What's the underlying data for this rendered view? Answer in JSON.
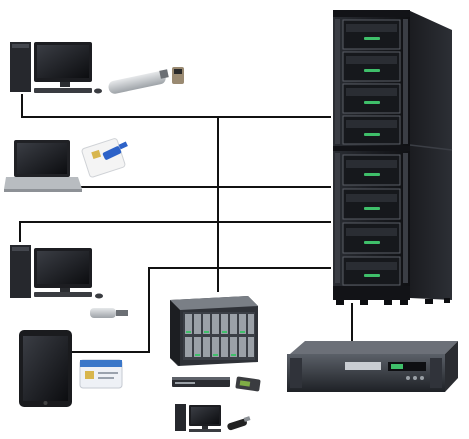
{
  "diagram": {
    "type": "network-topology",
    "background_color": "#ffffff",
    "line_color": "#111111",
    "rack_color": "#1b1d22",
    "accent_green": "#3fbf6a",
    "nodes": [
      {
        "id": "desktop-top",
        "icon": "desktop-computer-icon",
        "peripheral": "usb-flash-drive-icon"
      },
      {
        "id": "laptop",
        "icon": "laptop-icon",
        "peripheral": "smart-card-icon"
      },
      {
        "id": "desktop-middle",
        "icon": "desktop-computer-icon",
        "peripheral": "usb-flash-drive-icon"
      },
      {
        "id": "tablet",
        "icon": "tablet-icon",
        "peripheral": "smart-card-icon"
      },
      {
        "id": "blade-enclosure",
        "icon": "blade-server-icon",
        "peripheral": "rack-appliance-icon"
      },
      {
        "id": "workstation-bottom",
        "icon": "desktop-computer-icon",
        "peripheral": "usb-flash-drive-icon"
      },
      {
        "id": "server-rack",
        "icon": "server-rack-icon"
      },
      {
        "id": "hsm-appliance",
        "icon": "rack-appliance-icon"
      }
    ],
    "connections": [
      {
        "from": "desktop-top",
        "to": "server-rack"
      },
      {
        "from": "laptop",
        "to": "server-rack"
      },
      {
        "from": "desktop-middle",
        "to": "server-rack"
      },
      {
        "from": "tablet",
        "to": "server-rack"
      },
      {
        "from": "blade-enclosure",
        "to": "server-rack"
      },
      {
        "from": "server-rack",
        "to": "hsm-appliance"
      }
    ]
  }
}
